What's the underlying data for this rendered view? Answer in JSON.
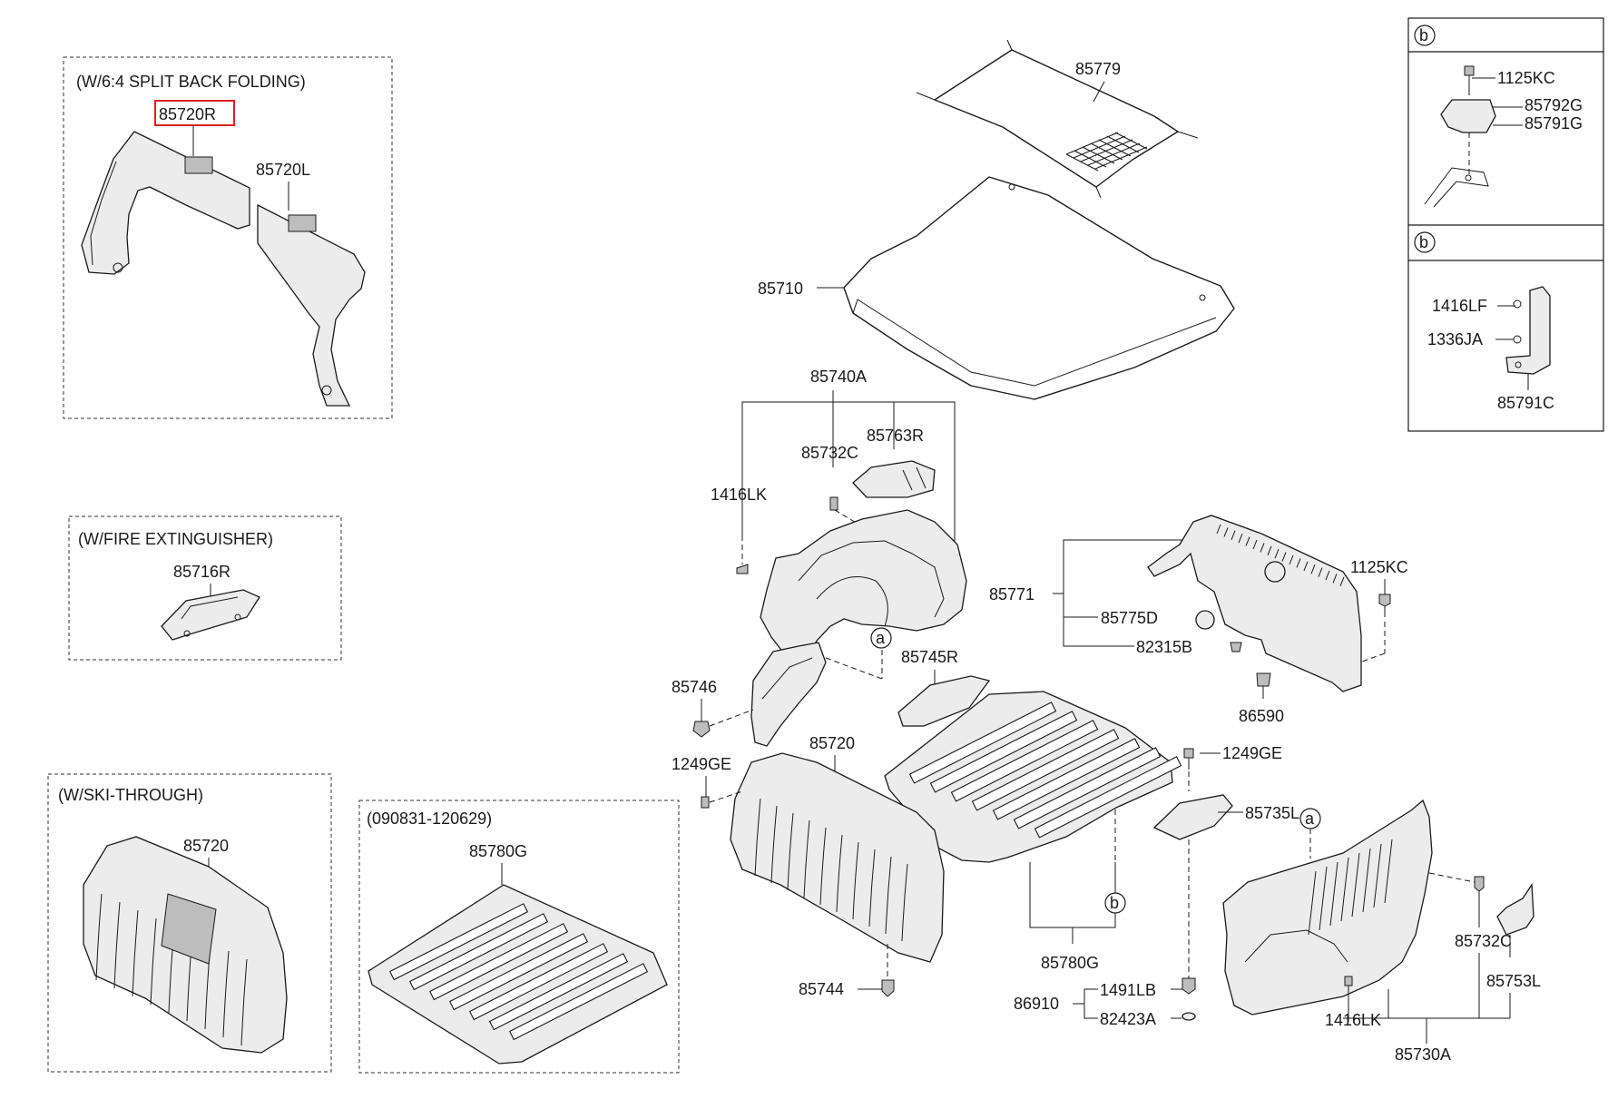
{
  "groups": {
    "split_back": "(W/6:4 SPLIT BACK FOLDING)",
    "fire_ext": "(W/FIRE EXTINGUISHER)",
    "ski_through": "(W/SKI-THROUGH)",
    "date_range": "(090831-120629)"
  },
  "callouts": {
    "a": "a",
    "b": "b"
  },
  "parts": {
    "p85720R": "85720R",
    "p85720L": "85720L",
    "p85716R": "85716R",
    "p85720_ski": "85720",
    "p85780G_box": "85780G",
    "p85779": "85779",
    "p85710": "85710",
    "p85740A": "85740A",
    "p85763R": "85763R",
    "p85732C_top": "85732C",
    "p1416LK_top": "1416LK",
    "p85746": "85746",
    "p85745R": "85745R",
    "p85720_main": "85720",
    "p1249GE_left": "1249GE",
    "p85744": "85744",
    "p85771": "85771",
    "p85775D": "85775D",
    "p82315B": "82315B",
    "p86590": "86590",
    "p1125KC_mid": "1125KC",
    "p1249GE_right": "1249GE",
    "p85735L": "85735L",
    "p85780G_main": "85780G",
    "p86910": "86910",
    "p1491LB": "1491LB",
    "p82423A": "82423A",
    "p85732C_bot": "85732C",
    "p85753L": "85753L",
    "p1416LK_bot": "1416LK",
    "p85730A": "85730A",
    "p1125KC_box": "1125KC",
    "p85792G": "85792G",
    "p85791G": "85791G",
    "p1416LF": "1416LF",
    "p1336JA": "1336JA",
    "p85791C": "85791C"
  },
  "highlight": "85720R",
  "colors": {
    "highlight": "#e02020",
    "line": "#1a1a1a"
  }
}
